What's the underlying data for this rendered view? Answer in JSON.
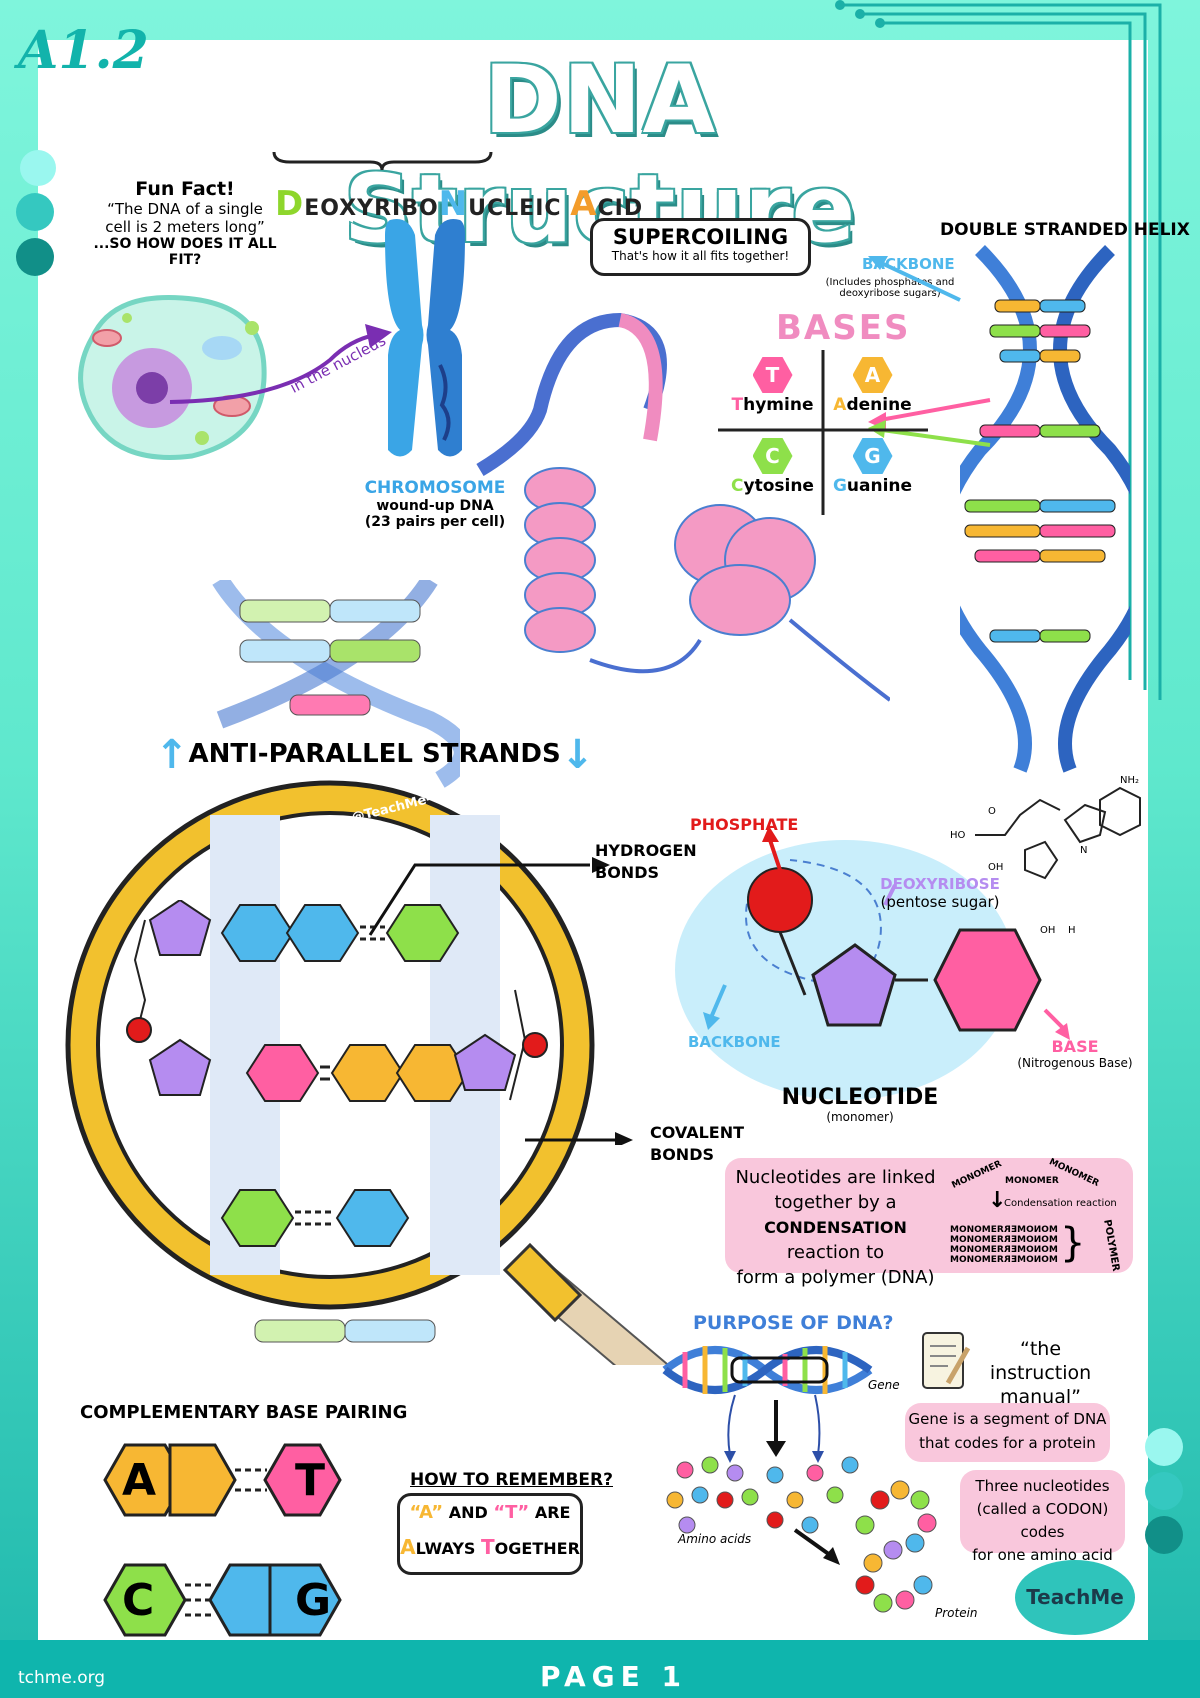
{
  "header": {
    "code": "A1.2",
    "title": "DNA Structure"
  },
  "acronym": {
    "d": "D",
    "d_rest": "EOXYRIBO",
    "n": "N",
    "n_rest": "UCLEIC",
    "a": "A",
    "a_rest": "CID"
  },
  "fun_fact": {
    "heading": "Fun Fact!",
    "line1": "“The DNA of a single",
    "line2": "cell is 2 meters long”",
    "line3": "...SO HOW DOES IT ALL FIT?"
  },
  "cell": {
    "arrow_label": "in the nucleus"
  },
  "chromosome": {
    "heading": "CHROMOSOME",
    "line1": "wound-up DNA",
    "line2": "(23 pairs per cell)"
  },
  "supercoiling": {
    "heading": "SUPERCOILING",
    "sub": "That's how it all fits together!"
  },
  "helix": {
    "heading": "DOUBLE STRANDED HELIX",
    "backbone": "BACKBONE",
    "backbone_note1": "(Includes phosphates and",
    "backbone_note2": "deoxyribose sugars)"
  },
  "bases": {
    "heading": "BASES",
    "items": [
      {
        "letter": "T",
        "first": "T",
        "rest": "hymine",
        "color": "#ff5fa2"
      },
      {
        "letter": "A",
        "first": "A",
        "rest": "denine",
        "color": "#f7b733"
      },
      {
        "letter": "C",
        "first": "C",
        "rest": "ytosine",
        "color": "#8ee04a"
      },
      {
        "letter": "G",
        "first": "G",
        "rest": "uanine",
        "color": "#4fb8ec"
      }
    ]
  },
  "antiparallel": {
    "heading": "ANTI-PARALLEL STRANDS",
    "watermark": "@TeachMe-Official"
  },
  "bonds": {
    "hydrogen1": "HYDROGEN",
    "hydrogen2": "BONDS",
    "covalent1": "COVALENT",
    "covalent2": "BONDS"
  },
  "nucleotide": {
    "phosphate": "PHOSPHATE",
    "deoxyribose": "DEOXYRIBOSE",
    "deoxyribose_note": "(pentose sugar)",
    "backbone": "BACKBONE",
    "base": "BASE",
    "base_note": "(Nitrogenous Base)",
    "heading": "NUCLEOTIDE",
    "sub": "(monomer)",
    "chem_nh2": "NH₂",
    "chem_ho": "HO",
    "chem_oh": "OH",
    "chem_o": "O",
    "chem_n": "N",
    "chem_h": "H"
  },
  "condensation": {
    "text1": "Nucleotides are linked",
    "text2": "together by a",
    "text3_bold": "CONDENSATION",
    "text3_rest": " reaction to",
    "text4": "form a polymer (DNA)",
    "monomer": "MONOMER",
    "reaction": "Condensation reaction",
    "polymer": "POLYMER"
  },
  "purpose": {
    "heading": "PURPOSE OF DNA?",
    "quote1": "“the instruction",
    "quote2": "manual”",
    "gene_label": "Gene",
    "gene_def1": "Gene is a segment of DNA",
    "gene_def2": "that codes for a protein",
    "codon1": "Three nucleotides",
    "codon2": "(called a CODON) codes",
    "codon3": "for one amino acid",
    "amino": "Amino acids",
    "protein": "Protein"
  },
  "pairing": {
    "heading": "COMPLEMENTARY BASE PAIRING",
    "a": "A",
    "t": "T",
    "c": "C",
    "g": "G"
  },
  "remember": {
    "heading": "HOW TO REMEMBER?",
    "a": "“A”",
    "and": " AND ",
    "t": "“T”",
    "are": " ARE",
    "al": "A",
    "ways": "LWAYS ",
    "to": "T",
    "gether": "OGETHER"
  },
  "brand": {
    "teach": "Teach",
    "me": "Me"
  },
  "footer": {
    "site": "tchme.org",
    "page": "PAGE 1"
  }
}
